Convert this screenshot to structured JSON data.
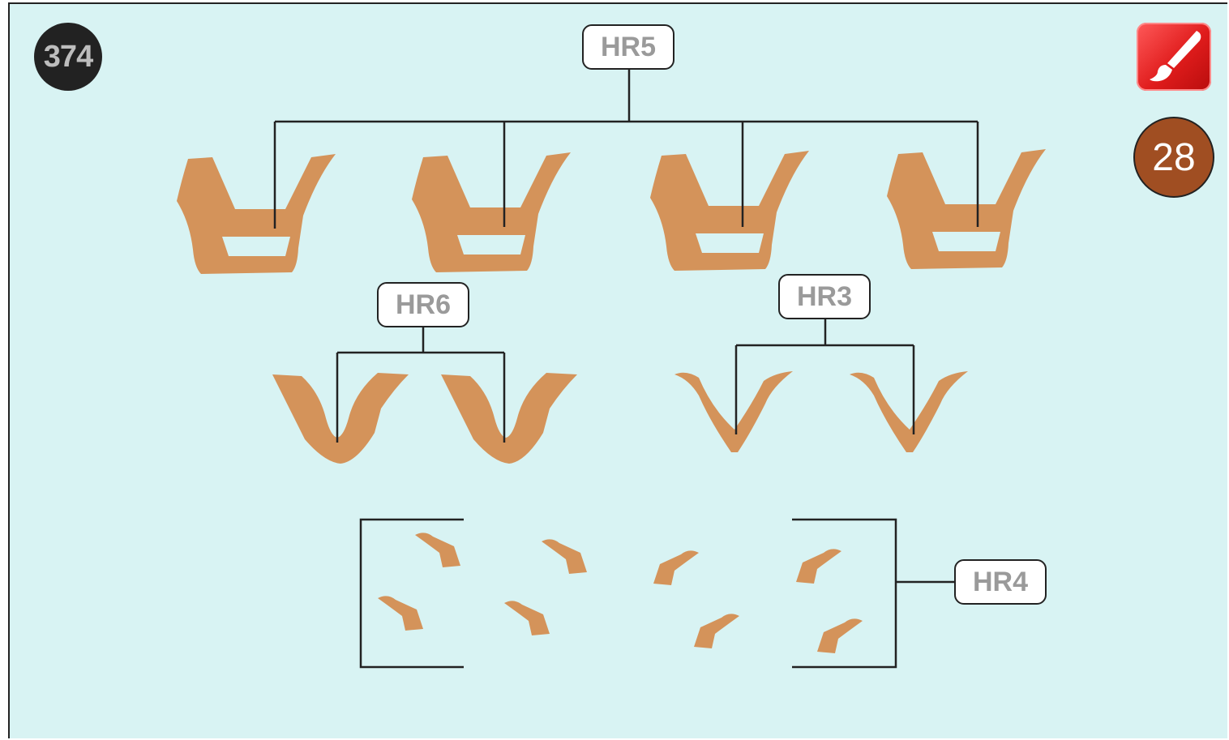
{
  "page_number": "374",
  "step_number": "28",
  "paint_icon": "paintbrush-icon",
  "labels": {
    "hr5": "HR5",
    "hr6": "HR6",
    "hr3": "HR3",
    "hr4": "HR4"
  },
  "colors": {
    "background": "#d8f3f3",
    "part_fill": "#d4935a",
    "step_badge": "#a04e22",
    "paint_button": "#e01c1c"
  }
}
